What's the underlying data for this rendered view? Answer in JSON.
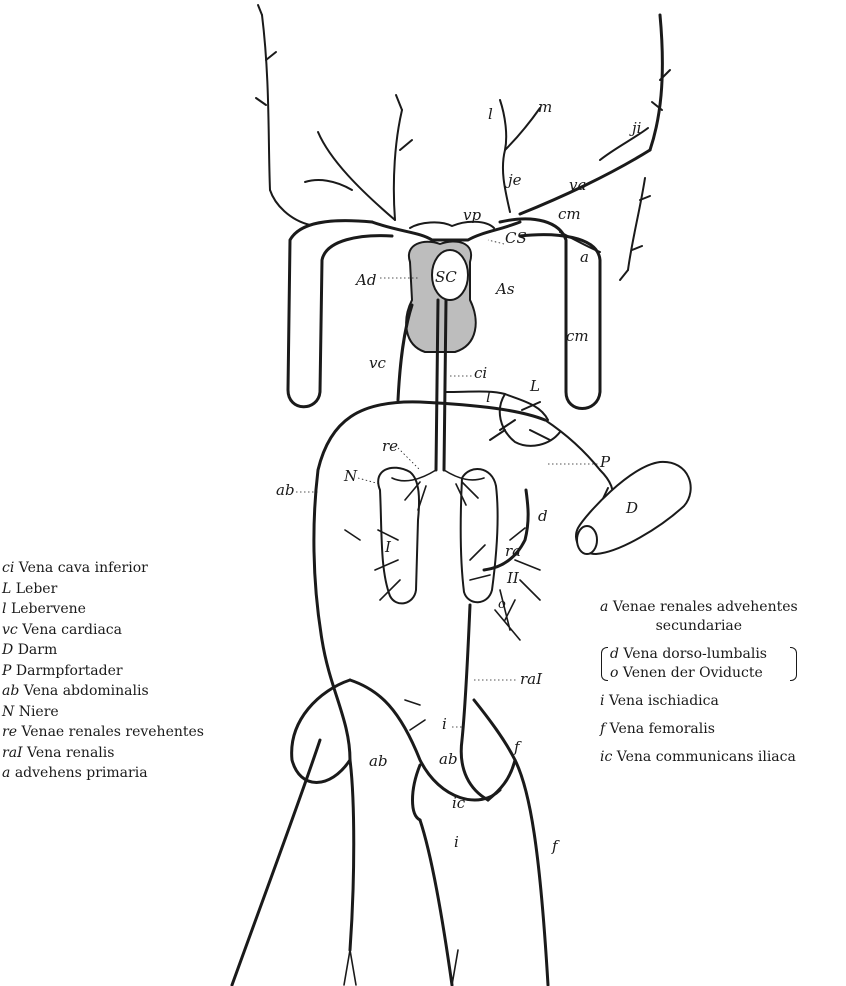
{
  "figure_labels": {
    "l": "l",
    "m": "m",
    "ji": "ji",
    "je": "je",
    "va": "va",
    "vp": "vp",
    "cm_top": "cm",
    "cs": "CS",
    "a": "a",
    "ad": "Ad",
    "sc": "SC",
    "as": "As",
    "cm_right": "cm",
    "vc": "vc",
    "ci": "ci",
    "l_liver": "L",
    "l_lebervene": "l",
    "re": "re",
    "p": "P",
    "ab_left": "ab",
    "n": "N",
    "d": "d",
    "darm": "D",
    "ra": "ra",
    "roman_one": "I",
    "roman_two": "II",
    "o": "o",
    "rai": "raI",
    "i_upper": "i",
    "ab_lower_left": "ab",
    "ab_lower_mid": "ab",
    "f_upper": "f",
    "ic": "ic",
    "i_lower": "i",
    "f_lower": "f"
  },
  "legend_left": [
    {
      "abbr": "ci",
      "text": "Vena cava inferior"
    },
    {
      "abbr": "L",
      "text": "Leber"
    },
    {
      "abbr": "l",
      "text": "Lebervene"
    },
    {
      "abbr": "vc",
      "text": "Vena cardiaca"
    },
    {
      "abbr": "D",
      "text": "Darm"
    },
    {
      "abbr": "P",
      "text": "Darmpfortader"
    },
    {
      "abbr": "ab",
      "text": "Vena abdominalis"
    },
    {
      "abbr": "N",
      "text": "Niere"
    },
    {
      "abbr": "re",
      "text": "Venae renales revehentes"
    },
    {
      "abbr": "raI",
      "text": "Vena renalis"
    },
    {
      "abbr": "a",
      "text": "advehens primaria"
    }
  ],
  "legend_right": {
    "a": {
      "abbr": "a",
      "line1": "Venae renales advehentes",
      "line2": "secundariae"
    },
    "d": {
      "abbr": "d",
      "text": "Vena dorso-lumbalis"
    },
    "o": {
      "abbr": "o",
      "text": "Venen der Oviducte"
    },
    "i": {
      "abbr": "i",
      "text": "Vena ischiadica"
    },
    "f": {
      "abbr": "f",
      "text": "Vena femoralis"
    },
    "ic": {
      "abbr": "ic",
      "text": "Vena communicans iliaca"
    }
  }
}
